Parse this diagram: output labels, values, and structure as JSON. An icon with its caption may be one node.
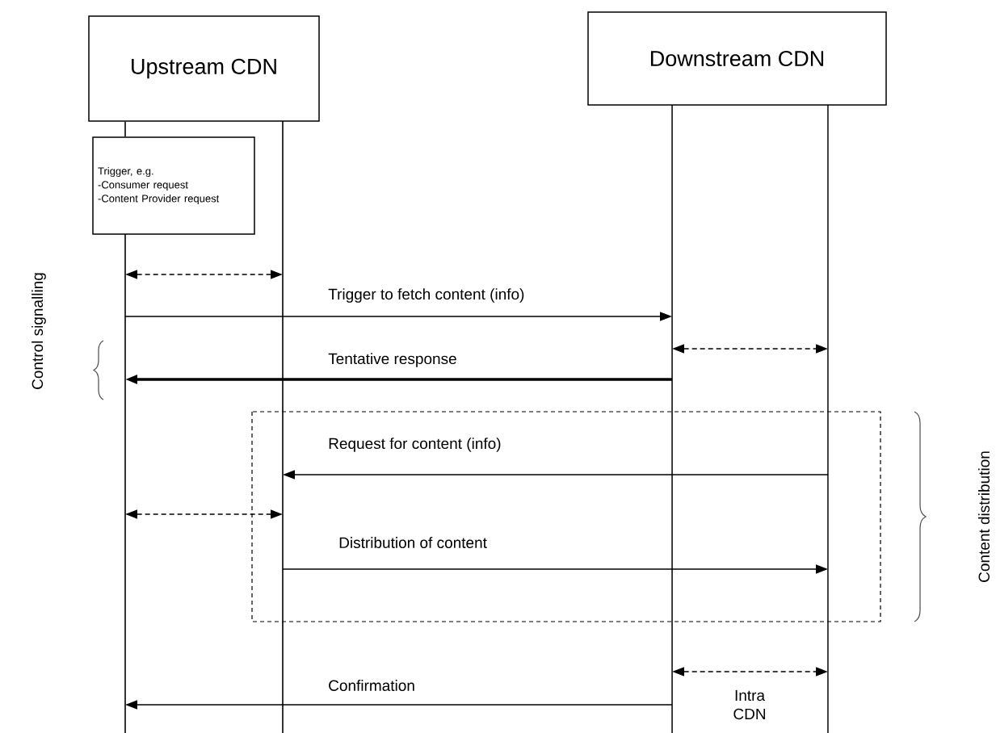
{
  "diagram": {
    "nodes": [
      {
        "text": [
          "Upstream CDN"
        ]
      },
      {
        "text": [
          "Downstream CDN"
        ]
      },
      {
        "text": [
          "Trigger, e.g.",
          "-Consumer request",
          "-Content Provider request"
        ]
      },
      {
        "text": [],
        "shape": "bar"
      },
      {
        "text": [],
        "shape": "bar"
      },
      {
        "text": [],
        "shape": "bar"
      },
      {
        "text": [],
        "shape": "bar"
      }
    ],
    "edges": [
      {
        "from": 3,
        "to": 4,
        "arrow": "both",
        "style": "dashed"
      },
      {
        "from": 3,
        "to": 5,
        "arrow": "to",
        "label": "Trigger to fetch content (info)"
      },
      {
        "from": 5,
        "to": 6,
        "arrow": "both",
        "style": "dashed"
      },
      {
        "from": 5,
        "to": 3,
        "arrow": "to",
        "label": "Tentative response",
        "style": "thick"
      },
      {
        "from": 6,
        "to": 4,
        "arrow": "to",
        "label": "Request for content (info)"
      },
      {
        "from": 3,
        "to": 4,
        "arrow": "both",
        "style": "dashed"
      },
      {
        "from": 4,
        "to": 6,
        "arrow": "to",
        "label": "Distribution of content"
      },
      {
        "from": 5,
        "to": 6,
        "arrow": "both",
        "style": "dashed",
        "label": "Intra CDN"
      },
      {
        "from": 5,
        "to": 3,
        "arrow": "to",
        "label": "Confirmation"
      },
      {
        "from": 0,
        "to": 2,
        "arrow": "none"
      }
    ],
    "labels": [
      "Control signalling",
      "Content distribution"
    ]
  }
}
